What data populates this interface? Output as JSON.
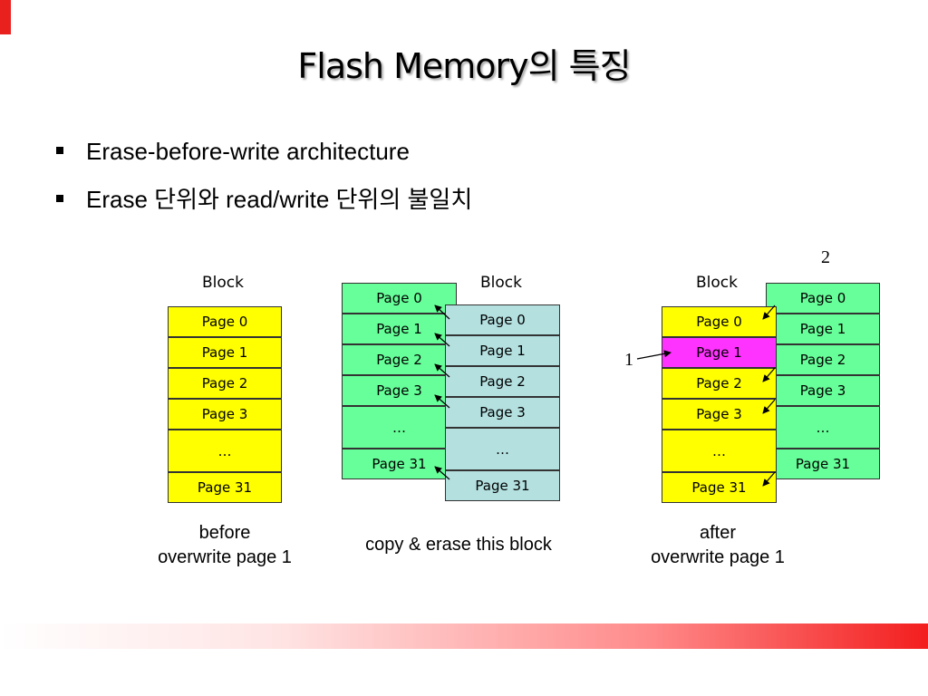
{
  "slide": {
    "title": "Flash Memory의 특징",
    "bullets": [
      "Erase-before-write architecture",
      "Erase 단위와 read/write 단위의 불일치"
    ]
  },
  "diagram": {
    "block_label": "Block",
    "page_labels": [
      "Page 0",
      "Page 1",
      "Page 2",
      "Page 3",
      "…",
      "Page 31"
    ],
    "captions": {
      "before": [
        "before",
        "overwrite page 1"
      ],
      "copy": "copy & erase this block",
      "after": [
        "after",
        "overwrite page 1"
      ]
    },
    "step_numbers": [
      "1",
      "2"
    ],
    "colors": {
      "original_block": "#ffff00",
      "new_block": "#66ff99",
      "erased_block": "#b4e0e0",
      "overwritten_page": "#ff33ff",
      "accent": "#e8211f"
    }
  }
}
